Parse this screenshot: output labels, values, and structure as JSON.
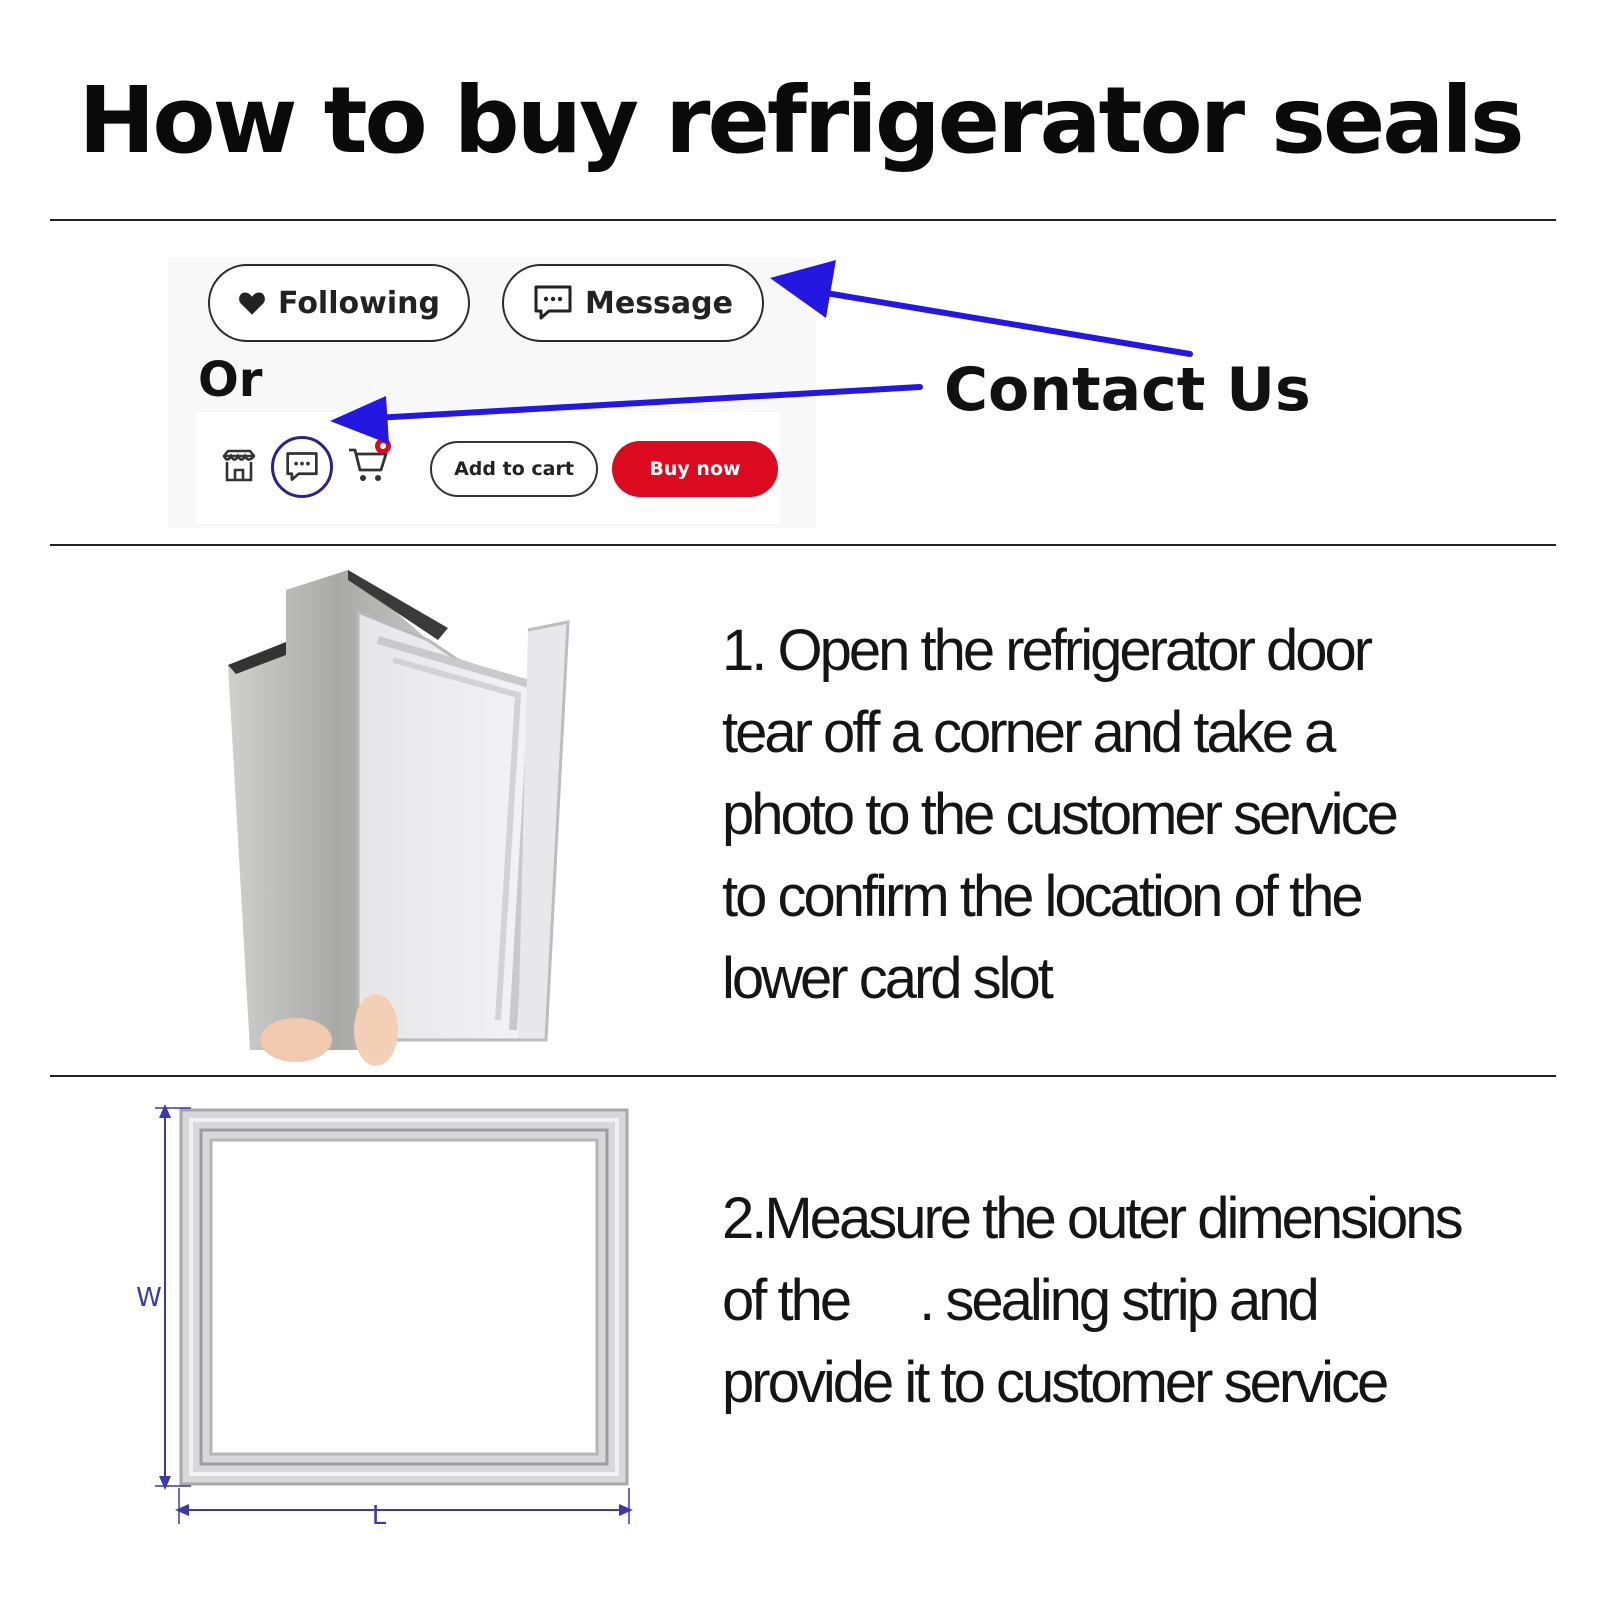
{
  "header": {
    "title": "How to buy refrigerator seals"
  },
  "contact_panel": {
    "following_label": "Following",
    "message_label": "Message",
    "or_label": "Or",
    "add_to_cart_label": "Add to cart",
    "buy_now_label": "Buy now",
    "contact_us_label": "Contact Us",
    "icons": [
      "heart-icon",
      "chat-icon",
      "store-icon",
      "chat-circle-icon",
      "cart-icon"
    ],
    "colors": {
      "arrow": "#2417e0",
      "buy_now": "#dc0a1e",
      "highlight_ring": "#2a248a"
    }
  },
  "steps": [
    {
      "lines": [
        "1. Open the refrigerator door",
        "tear off a corner and take a",
        "photo to the customer service",
        "to confirm the location of the",
        "lower card slot"
      ]
    },
    {
      "line1": "2.Measure the outer dimensions",
      "line2_a": "of the",
      "line2_b": ". sealing strip and",
      "line3": "provide it to customer service",
      "dimension_width_label": "W",
      "dimension_length_label": "L"
    }
  ]
}
